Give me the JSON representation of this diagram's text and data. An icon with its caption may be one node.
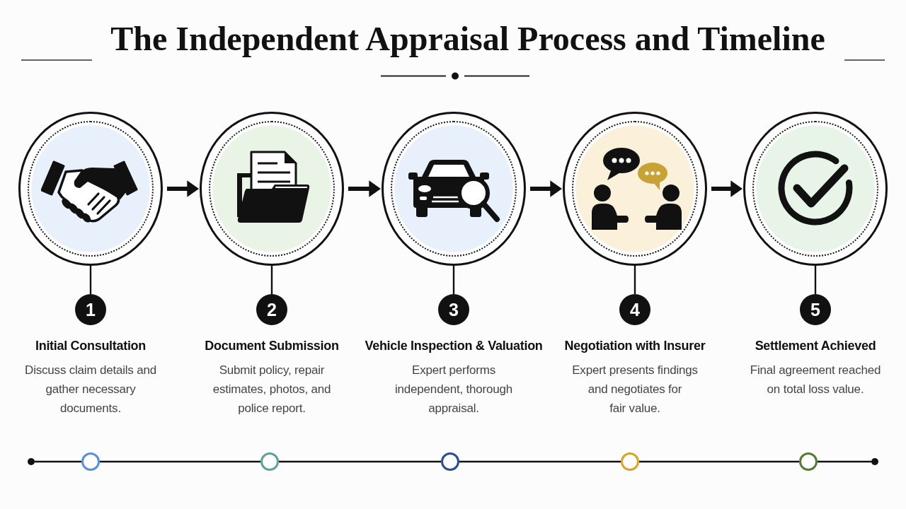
{
  "diagram": {
    "title": "The Independent Appraisal Process and Timeline",
    "nodes": [
      {
        "text": [],
        "shape": "circle"
      },
      {
        "text": [],
        "shape": "circle"
      },
      {
        "text": [],
        "shape": "circle"
      },
      {
        "text": [],
        "shape": "circle"
      },
      {
        "text": [],
        "shape": "circle"
      },
      {
        "text": [
          "1"
        ],
        "beside": [
          "Initial Consultation",
          "Discuss claim details and gather necessary documents."
        ]
      },
      {
        "text": [
          "2"
        ],
        "beside": [
          "Document Submission",
          "Submit policy, repair estimates, photos, and police report."
        ]
      },
      {
        "text": [
          "3"
        ],
        "beside": [
          "Vehicle Inspection & Valuation",
          "Expert performs independent, thorough appraisal."
        ]
      },
      {
        "text": [
          "4"
        ],
        "beside": [
          "Negotiation with Insurer",
          "Expert presents findings and negotiates for fair value."
        ]
      },
      {
        "text": [
          "5"
        ],
        "beside": [
          "Settlement Achieved",
          "Final agreement reached on total loss value."
        ]
      },
      {
        "text": [],
        "shape": "dot"
      },
      {
        "text": [],
        "shape": "circle"
      },
      {
        "text": [],
        "shape": "circle"
      },
      {
        "text": [],
        "shape": "circle"
      },
      {
        "text": [],
        "shape": "circle"
      },
      {
        "text": [],
        "shape": "circle"
      },
      {
        "text": [],
        "shape": "dot"
      }
    ],
    "edges": [
      {
        "from": 0,
        "to": 1,
        "arrow": "to",
        "style": "thick"
      },
      {
        "from": 1,
        "to": 2,
        "arrow": "to",
        "style": "thick"
      },
      {
        "from": 2,
        "to": 3,
        "arrow": "to",
        "style": "thick"
      },
      {
        "from": 3,
        "to": 4,
        "arrow": "to",
        "style": "thick"
      },
      {
        "from": 0,
        "to": 5,
        "arrow": "none"
      },
      {
        "from": 1,
        "to": 6,
        "arrow": "none"
      },
      {
        "from": 2,
        "to": 7,
        "arrow": "none"
      },
      {
        "from": 3,
        "to": 8,
        "arrow": "none"
      },
      {
        "from": 4,
        "to": 9,
        "arrow": "none"
      },
      {
        "from": 10,
        "to": 11,
        "arrow": "none"
      },
      {
        "from": 11,
        "to": 12,
        "arrow": "none"
      },
      {
        "from": 12,
        "to": 13,
        "arrow": "none"
      },
      {
        "from": 13,
        "to": 14,
        "arrow": "none"
      },
      {
        "from": 14,
        "to": 15,
        "arrow": "none"
      },
      {
        "from": 15,
        "to": 16,
        "arrow": "none"
      }
    ]
  }
}
